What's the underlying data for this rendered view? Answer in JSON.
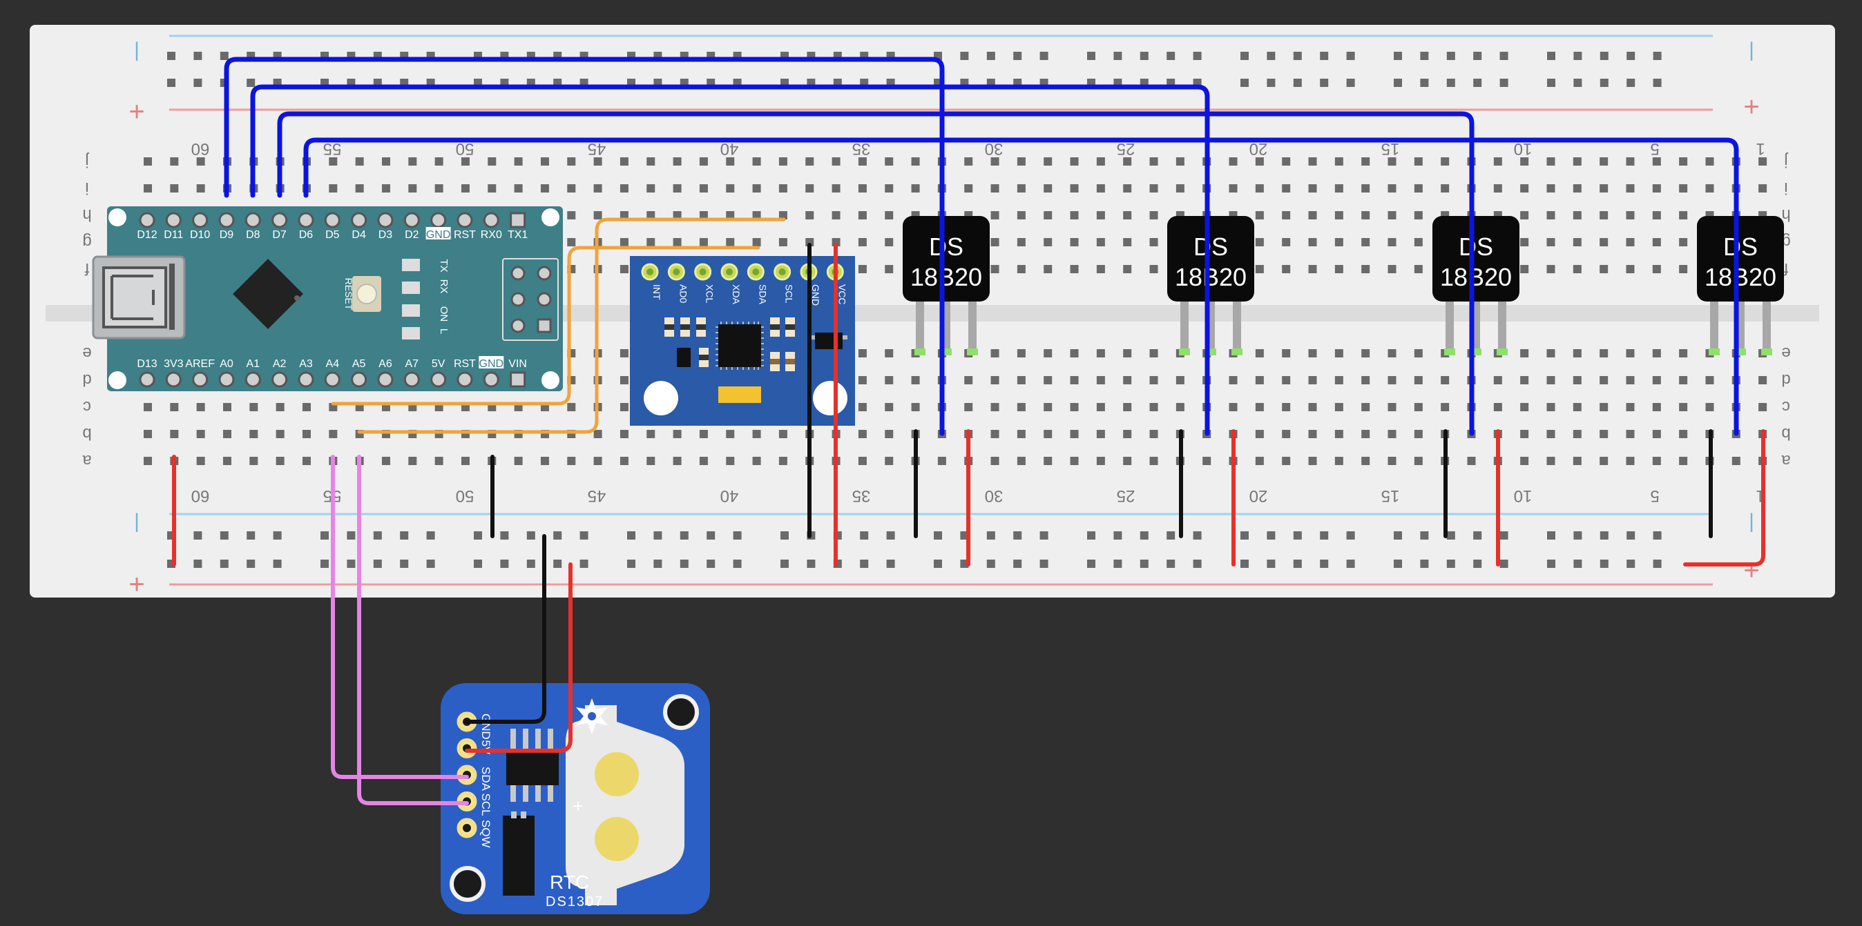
{
  "breadboard": {
    "row_letters_top": [
      "j",
      "i",
      "h",
      "g",
      "f"
    ],
    "row_letters_bottom": [
      "e",
      "d",
      "c",
      "b",
      "a"
    ],
    "column_numbers": [
      "60",
      "55",
      "50",
      "45",
      "40",
      "35",
      "30",
      "25",
      "20",
      "15",
      "10",
      "5",
      "1"
    ],
    "rail_symbols": {
      "minus": "|",
      "plus": "+"
    }
  },
  "arduino_nano": {
    "top_pins": [
      "D12",
      "D11",
      "D10",
      "D9",
      "D8",
      "D7",
      "D6",
      "D5",
      "D4",
      "D3",
      "D2",
      "GND",
      "RST",
      "RX0",
      "TX1"
    ],
    "bottom_pins": [
      "D13",
      "3V3",
      "AREF",
      "A0",
      "A1",
      "A2",
      "A3",
      "A4",
      "A5",
      "A6",
      "A7",
      "5V",
      "RST",
      "GND",
      "VIN"
    ],
    "led_labels": [
      "TX",
      "RX",
      "ON",
      "L"
    ],
    "reset_label": "RESET"
  },
  "imu_module": {
    "pins": [
      "INT",
      "AD0",
      "XCL",
      "XDA",
      "SDA",
      "SCL",
      "GND",
      "VCC"
    ]
  },
  "sensors": [
    {
      "line1": "DS",
      "line2": "18B20"
    },
    {
      "line1": "DS",
      "line2": "18B20"
    },
    {
      "line1": "DS",
      "line2": "18B20"
    },
    {
      "line1": "DS",
      "line2": "18B20"
    }
  ],
  "rtc_module": {
    "pins": [
      "GND",
      "5V",
      "SDA",
      "SCL",
      "SQW"
    ],
    "title": "RTC",
    "subtitle": "DS1307"
  },
  "colors": {
    "background": "#2f2f2f",
    "breadboard": "#efefef",
    "arduino": "#3e7f88",
    "imu": "#2a5aa8",
    "rtc": "#2b5fc6",
    "wire_blue": "#0b14e0",
    "wire_orange": "#f0a43a",
    "wire_red": "#e8302a",
    "wire_black": "#111111",
    "wire_pink": "#e684e6",
    "rail_red": "#f19a9a",
    "rail_blue": "#9ed3ee"
  }
}
